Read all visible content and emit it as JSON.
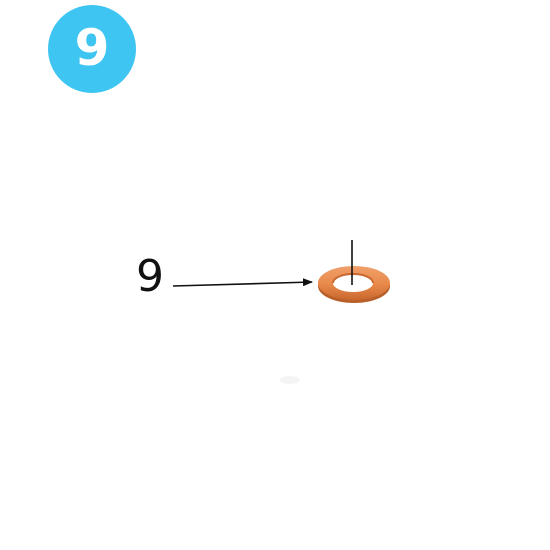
{
  "step": {
    "number": "9",
    "badge_color": "#3ec5f1"
  },
  "callout": {
    "label": "9",
    "part": "washer",
    "part_color": "#e8894a"
  }
}
